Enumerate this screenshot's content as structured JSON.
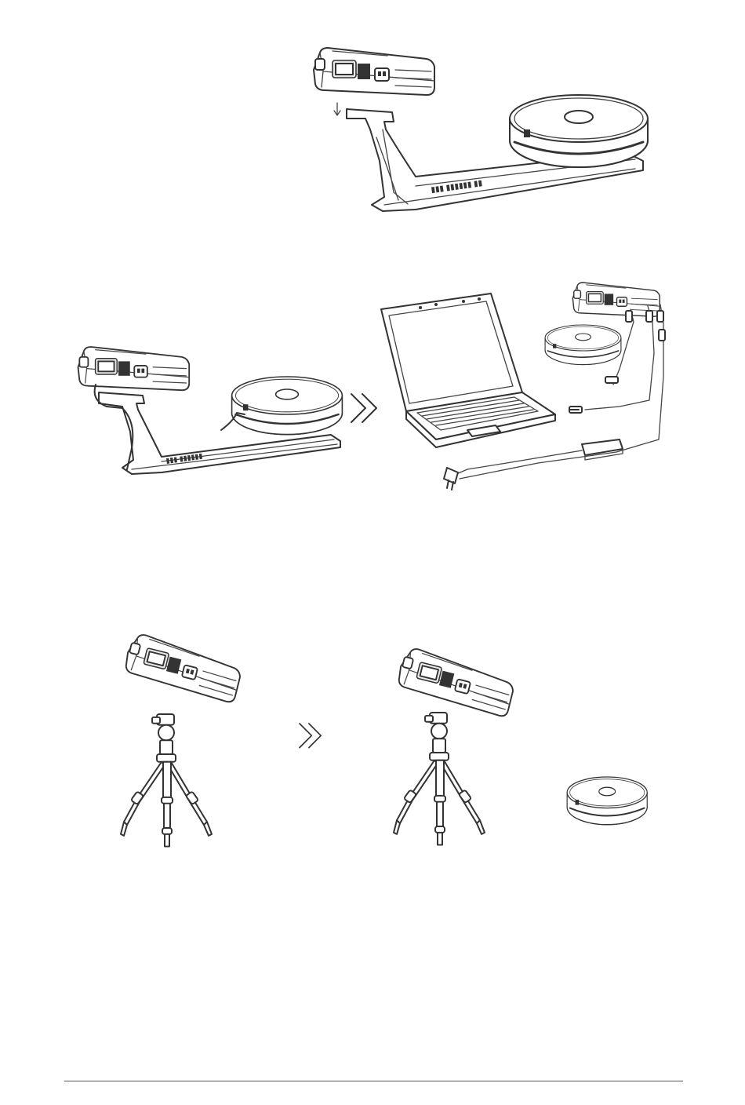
{
  "page": {
    "figures": [
      {
        "id": "mount-scanner-on-bracket",
        "icons": [
          "scanner-icon",
          "bracket-icon",
          "turntable-icon",
          "arrow-down-icon"
        ]
      },
      {
        "id": "connect-to-laptop",
        "icons": [
          "scanner-icon",
          "bracket-icon",
          "turntable-icon",
          "double-chevron-icon",
          "laptop-icon",
          "cable-icon",
          "power-adapter-icon",
          "plug-icon"
        ]
      },
      {
        "id": "mount-scanner-on-tripod",
        "icons": [
          "scanner-icon",
          "tripod-icon",
          "double-chevron-icon",
          "turntable-icon"
        ]
      }
    ],
    "colors": {
      "line": "#333333",
      "fill": "#ffffff",
      "shade": "#e9e9e9"
    }
  }
}
